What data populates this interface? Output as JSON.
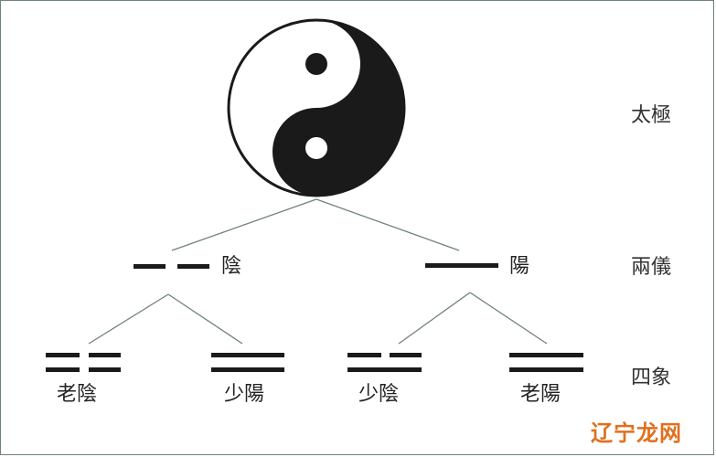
{
  "labels": {
    "yin": "陰",
    "yang": "陽",
    "old_yin": "老陰",
    "young_yang": "少陽",
    "young_yin": "少陰",
    "old_yang": "老陽"
  },
  "rows": {
    "taiji": "太極",
    "liangyi": "兩儀",
    "sixiang": "四象"
  },
  "watermark": "辽宁龙网",
  "colors": {
    "ink": "#1a1a1a",
    "connector": "#6f8378",
    "border": "#6f8378",
    "watermark": "#e07020"
  }
}
